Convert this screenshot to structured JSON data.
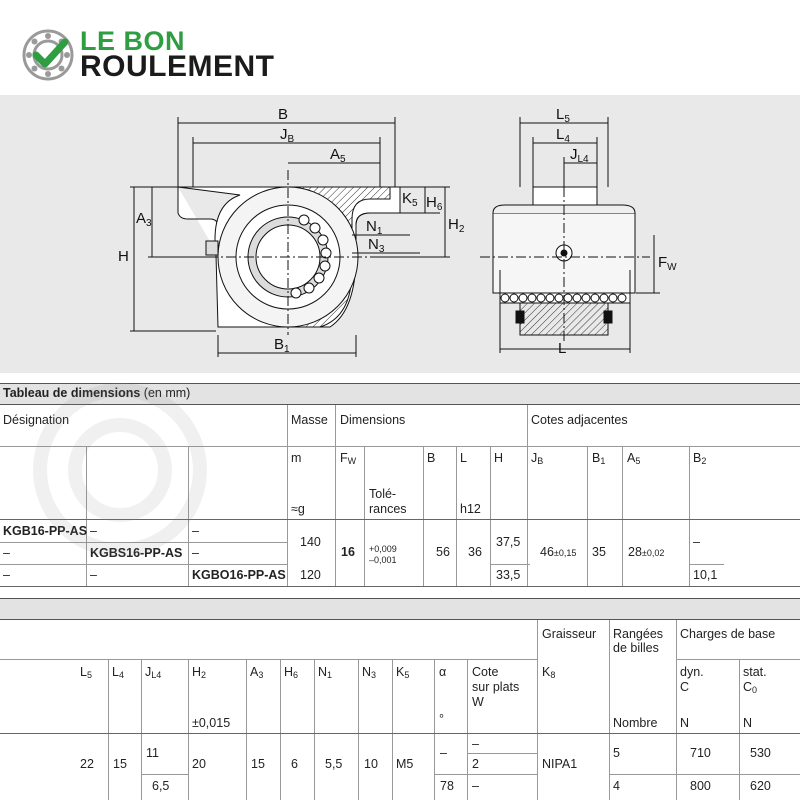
{
  "brand": {
    "line1": "LE BON",
    "line2": "ROULEMENT"
  },
  "drawing": {
    "labels": {
      "B": "B",
      "JB": "J",
      "JB_sub": "B",
      "A5": "A",
      "A5_sub": "5",
      "A3": "A",
      "A3_sub": "3",
      "H": "H",
      "K5": "K",
      "K5_sub": "5",
      "H6": "H",
      "H6_sub": "6",
      "H2": "H",
      "H2_sub": "2",
      "N1": "N",
      "N1_sub": "1",
      "N3": "N",
      "N3_sub": "3",
      "B1": "B",
      "B1_sub": "1",
      "L5": "L",
      "L5_sub": "5",
      "L4": "L",
      "L4_sub": "4",
      "JL4": "J",
      "JL4_sub": "L4",
      "FW": "F",
      "FW_sub": "W",
      "L": "L"
    }
  },
  "table1": {
    "title": "Tableau de dimensions",
    "title_suffix": " (en mm)",
    "headers": {
      "designation": "Désignation",
      "masse": "Masse",
      "dimensions": "Dimensions",
      "cotes": "Cotes adjacentes",
      "m": "m",
      "approx_g": "≈g",
      "fw": "F",
      "fw_sub": "W",
      "tol1": "Tolé-",
      "tol2": "rances",
      "B": "B",
      "L": "L",
      "L_tol": "h12",
      "H": "H",
      "JB": "J",
      "JB_sub": "B",
      "B1": "B",
      "B1_sub": "1",
      "A5": "A",
      "A5_sub": "5",
      "B2": "B",
      "B2_sub": "2"
    },
    "rows": [
      {
        "c1": "KGB16-PP-AS",
        "c2": "–",
        "c3": "–"
      },
      {
        "c1": "–",
        "c2": "KGBS16-PP-AS",
        "c3": "–"
      },
      {
        "c1": "–",
        "c2": "–",
        "c3": "KGBO16-PP-AS"
      }
    ],
    "values": {
      "masse1": "140",
      "masse3": "120",
      "fw": "16",
      "tol_plus": "+0,009",
      "tol_minus": "–0,001",
      "B": "56",
      "L": "36",
      "H1": "37,5",
      "H3": "33,5",
      "JB": "46",
      "JB_tol": "±0,15",
      "B1": "35",
      "A5": "28",
      "A5_tol": "±0,02",
      "B2_1": "–",
      "B2_3": "10,1"
    }
  },
  "table2": {
    "headers": {
      "graisseur": "Graisseur",
      "rangees1": "Rangées",
      "rangees2": "de billes",
      "charges": "Charges de base",
      "L5": "L",
      "L5_sub": "5",
      "L4": "L",
      "L4_sub": "4",
      "JL4": "J",
      "JL4_sub": "L4",
      "H2": "H",
      "H2_sub": "2",
      "H2_tol": "±0,015",
      "A3": "A",
      "A3_sub": "3",
      "H6": "H",
      "H6_sub": "6",
      "N1": "N",
      "N1_sub": "1",
      "N3": "N",
      "N3_sub": "3",
      "K5": "K",
      "K5_sub": "5",
      "alpha": "α",
      "degree": "°",
      "cote1": "Cote",
      "cote2": "sur plats",
      "cote3": "W",
      "K8": "K",
      "K8_sub": "8",
      "nombre": "Nombre",
      "dyn": "dyn.",
      "C": "C",
      "N_dyn": "N",
      "stat": "stat.",
      "C0": "C",
      "C0_sub": "0",
      "N_stat": "N"
    },
    "values": {
      "L5": "22",
      "L4": "15",
      "JL4_1": "11",
      "JL4_2": "6,5",
      "H2": "20",
      "A3": "15",
      "H6": "6",
      "N1": "5,5",
      "N3": "10",
      "K5": "M5",
      "alpha1": "–",
      "alpha2": "78",
      "W1": "–",
      "W2": "2",
      "W3": "–",
      "K8": "NIPA1",
      "nb1": "5",
      "nb2": "4",
      "C1": "710",
      "C2": "800",
      "C01": "530",
      "C02": "620"
    }
  }
}
